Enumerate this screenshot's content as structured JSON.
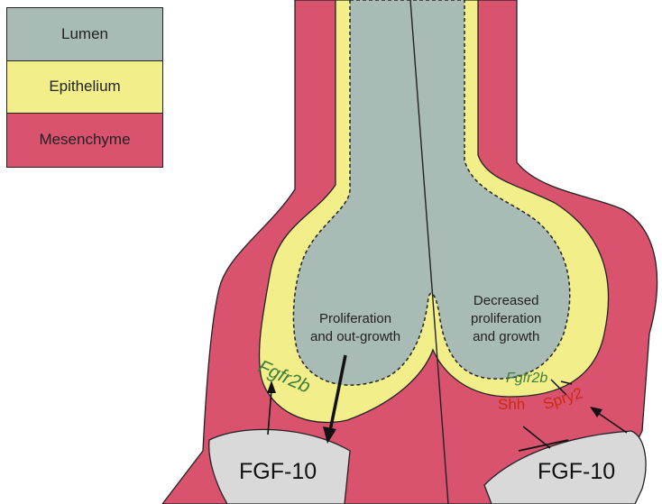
{
  "colors": {
    "lumen": "#a8bcb5",
    "epithelium": "#f2ee8a",
    "mesenchyme": "#d9536f",
    "fgf_pad": "#d9d9d9",
    "gene_green": "#3e7d3c",
    "gene_red": "#cc2a10",
    "outline": "#222222"
  },
  "legend": {
    "lumen": "Lumen",
    "epithelium": "Epithelium",
    "mesenchyme": "Mesenchyme"
  },
  "labels": {
    "left_region_line1": "Proliferation",
    "left_region_line2": "and out-growth",
    "right_region_line1": "Decreased",
    "right_region_line2": "proliferation",
    "right_region_line3": "and growth",
    "fgfr2b_left": "Fgfr2b",
    "fgfr2b_right": "Fgfr2b",
    "shh": "Shh",
    "spry2": "Spry2",
    "fgf10_left": "FGF-10",
    "fgf10_right": "FGF-10"
  }
}
